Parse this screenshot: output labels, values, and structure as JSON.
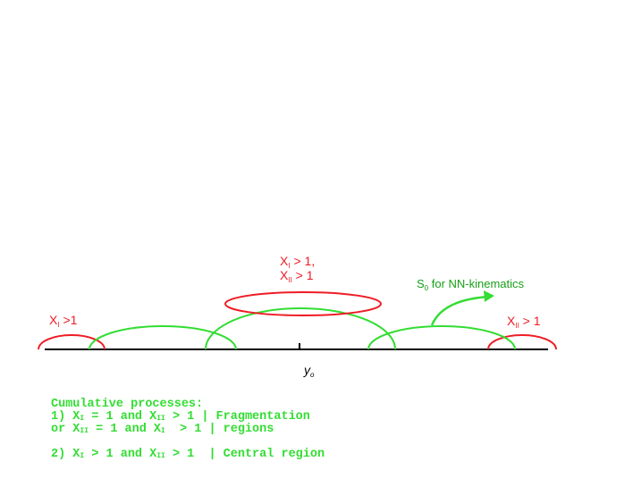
{
  "labels": {
    "xi_left": {
      "main": "X",
      "sub": "I",
      "rest": " >1"
    },
    "xii_right": {
      "main": "X",
      "sub": "II",
      "rest": " > 1"
    },
    "center_line1": {
      "main": "X",
      "sub": "I",
      "rest": " > 1,"
    },
    "center_line2": {
      "main": "X",
      "sub": "II",
      "rest": " > 1"
    },
    "s0": {
      "main": "S",
      "sub": "0",
      "rest": " for NN-kinematics"
    },
    "y0": {
      "main": "y",
      "sub": "o"
    }
  },
  "text": {
    "title": "Cumulative processes:",
    "line1a": "1) X",
    "line1_sub1": "I",
    "line1b": " = 1 and X",
    "line1_sub2": "II",
    "line1c": " > 1 | Fragmentation",
    "line2a": "or X",
    "line2_sub1": "II",
    "line2b": " = 1 and X",
    "line2_sub2": "I",
    "line2c": "  > 1 | regions",
    "line3a": "2) X",
    "line3_sub1": "I",
    "line3b": " > 1 and X",
    "line3_sub2": "II",
    "line3c": " > 1  | Central region"
  },
  "colors": {
    "red": "#ee1c24",
    "green": "#33dd33",
    "axis": "#000000"
  }
}
